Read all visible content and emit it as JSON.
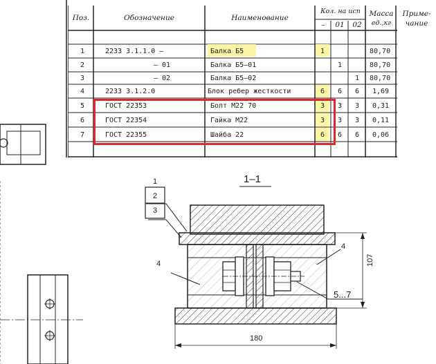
{
  "spec_table": {
    "headers": {
      "pos": "Поз.",
      "designation": "Обозначение",
      "name": "Наименование",
      "qty_top": "Кол. на исп",
      "qty_dash": "–",
      "qty_01": "01",
      "qty_02": "02",
      "mass_line1": "Масса",
      "mass_line2": "ед.,кг",
      "note_line1": "Приме-",
      "note_line2": "чание"
    },
    "rows": [
      {
        "pos": "1",
        "designation": "2233 3.1.1.0 –",
        "name": "Балка Б5",
        "q0": "1",
        "q1": "",
        "q2": "",
        "mass": "80,70"
      },
      {
        "pos": "2",
        "designation": "– 01",
        "name": "Балка Б5–01",
        "q0": "",
        "q1": "1",
        "q2": "",
        "mass": "80,70"
      },
      {
        "pos": "3",
        "designation": "– 02",
        "name": "Балка Б5–02",
        "q0": "",
        "q1": "",
        "q2": "1",
        "mass": "80,70"
      },
      {
        "pos": "4",
        "designation": "2233 3.1.2.0",
        "name": "Блок ребер жесткости",
        "q0": "6",
        "q1": "6",
        "q2": "6",
        "mass": "1,69"
      },
      {
        "pos": "5",
        "designation": "ГОСТ 22353",
        "name": "Болт М22  70",
        "q0": "3",
        "q1": "3",
        "q2": "3",
        "mass": "0,31"
      },
      {
        "pos": "6",
        "designation": "ГОСТ 22354",
        "name": "Гайка М22",
        "q0": "3",
        "q1": "3",
        "q2": "3",
        "mass": "0,11"
      },
      {
        "pos": "7",
        "designation": "ГОСТ 22355",
        "name": "Шайба 22",
        "q0": "6",
        "q1": "6",
        "q2": "6",
        "mass": "0,06"
      }
    ]
  },
  "highlight_color": "#fbf6a6",
  "box_color": "#e3262b",
  "drawing": {
    "section_title": "1–1",
    "callout_1": "1",
    "callout_2": "2",
    "callout_3": "3",
    "callout_4_left": "4",
    "callout_4_right": "4",
    "callout_5_7": "5...7",
    "dim_width": "180",
    "dim_height": "107"
  }
}
